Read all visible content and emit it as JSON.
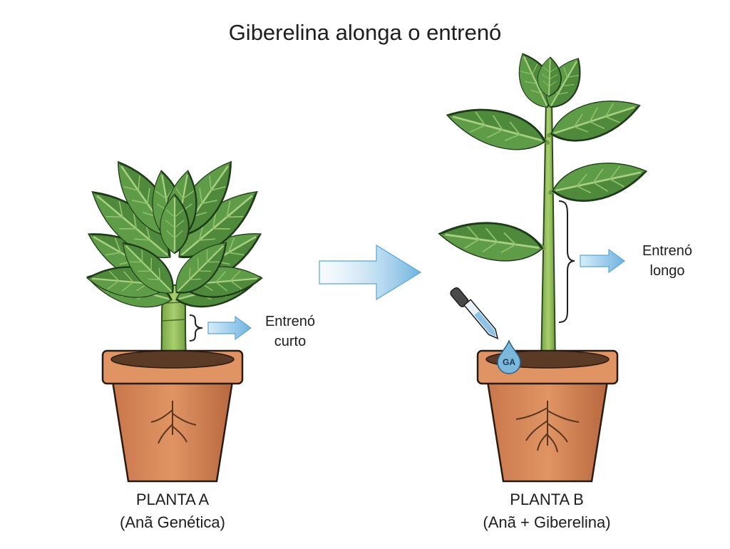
{
  "title": "Giberelina alonga o entrenó",
  "plant_a": {
    "name": "PLANTA A",
    "condition": "(Anã Genética)",
    "internode_label_line1": "Entrenó",
    "internode_label_line2": "curto"
  },
  "plant_b": {
    "name": "PLANTA B",
    "condition": "(Anã + Giberelina)",
    "internode_label_line1": "Entrenó",
    "internode_label_line2": "longo",
    "drop_label": "GA"
  },
  "colors": {
    "pot": "#d9875a",
    "pot_shadow": "#b86a42",
    "soil": "#5b3a26",
    "stem": "#8db858",
    "leaf": "#4f8a3c",
    "leaf_dark": "#2f5f2a",
    "arrow": "#7fc0e8",
    "drop": "#7ab8de"
  }
}
